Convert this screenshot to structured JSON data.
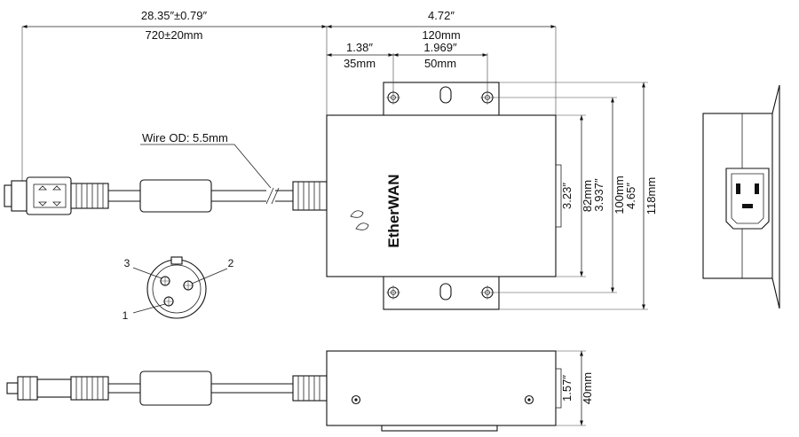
{
  "dimensions": {
    "cable_length_in": "28.35″±0.79″",
    "cable_length_mm": "720±20mm",
    "body_width_in": "4.72″",
    "body_width_mm": "120mm",
    "hole_offset_in": "1.38″",
    "hole_offset_mm": "35mm",
    "hole_spacing_in": "1.969″",
    "hole_spacing_mm": "50mm",
    "body_depth_in": "3.23″",
    "body_depth_mm": "82mm",
    "hole_pitch_in": "3.937″",
    "hole_pitch_mm": "100mm",
    "flange_length_in": "4.65″",
    "flange_length_mm": "118mm",
    "height_in": "1.57″",
    "height_mm": "40mm"
  },
  "wire_note": "Wire OD: 5.5mm",
  "pins": {
    "p1": "1",
    "p2": "2",
    "p3": "3"
  },
  "brand": "EtherWAN"
}
